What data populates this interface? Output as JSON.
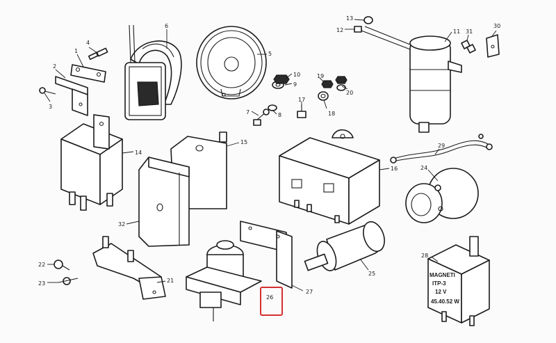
{
  "callouts": [
    "1",
    "2",
    "3",
    "4",
    "5",
    "6",
    "7",
    "8",
    "9",
    "10",
    "11",
    "12",
    "13",
    "14",
    "15",
    "16",
    "17",
    "18",
    "19",
    "20",
    "21",
    "22",
    "23",
    "24",
    "25",
    "26",
    "27",
    "28",
    "29",
    "30",
    "31",
    "32"
  ],
  "relay_label": {
    "line1": "MAGNETI",
    "line2": "ITP-3",
    "line3": "12 V",
    "line4": "45.40.52 W"
  },
  "colors": {
    "ink": "#1a1a1a",
    "paper": "#fbfbfb",
    "highlight": "#d32f2f"
  }
}
